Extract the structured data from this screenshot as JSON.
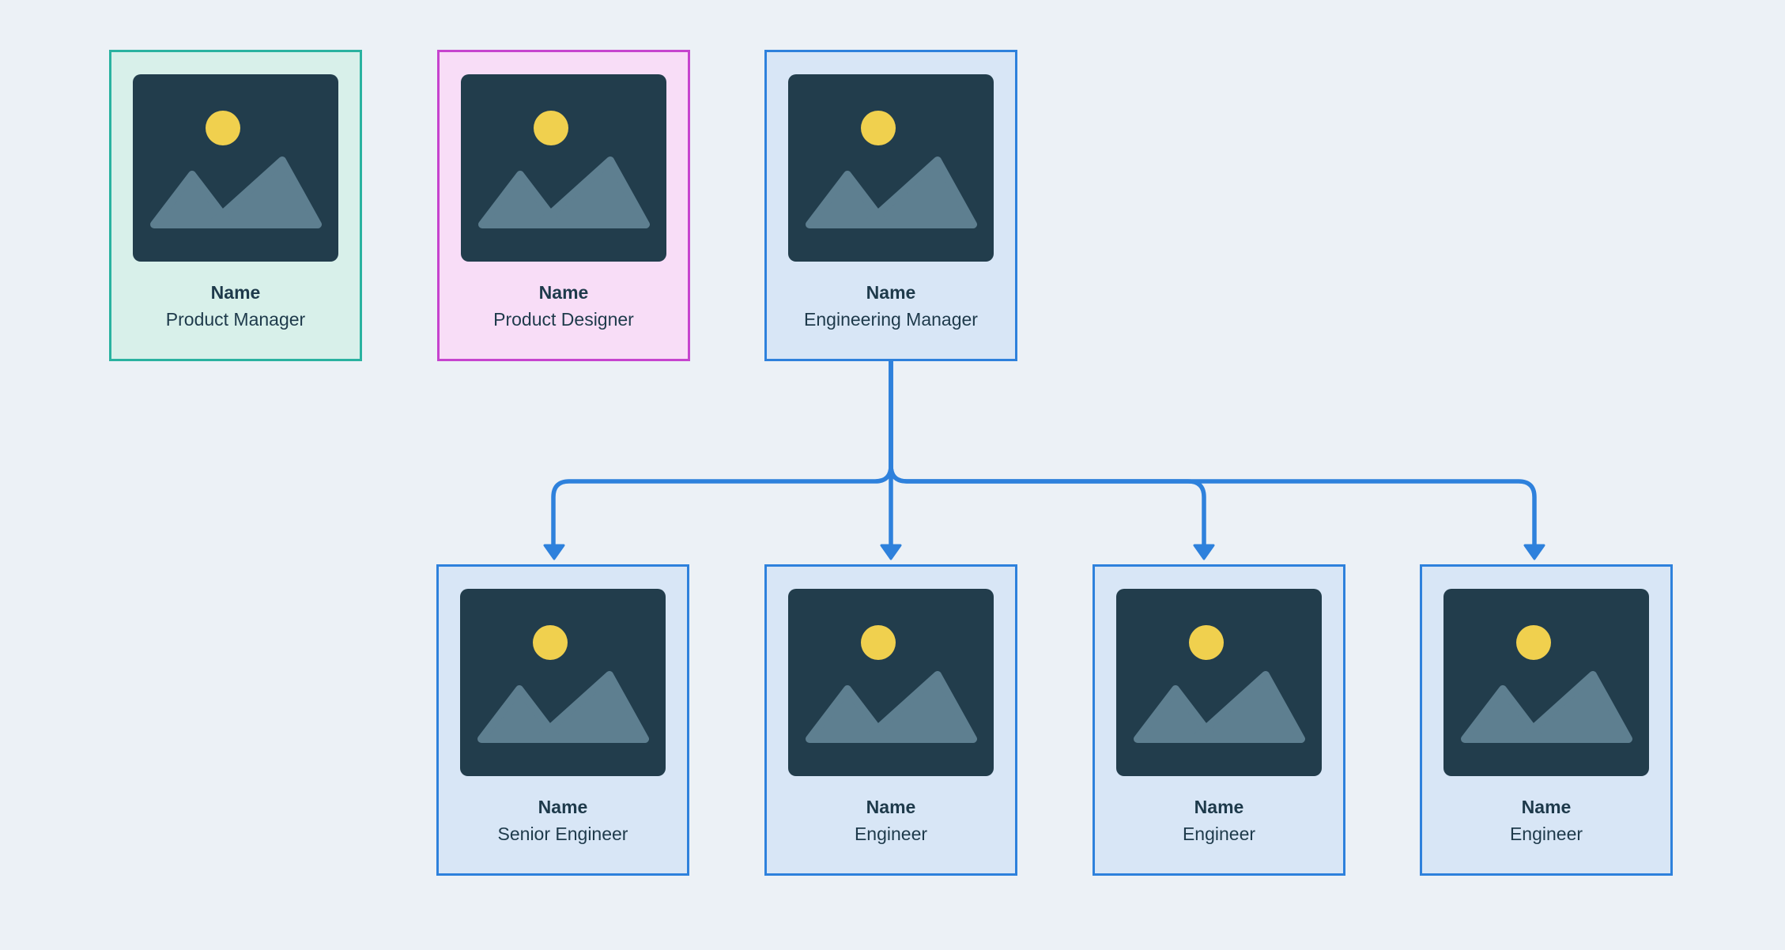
{
  "canvas": {
    "background": "#ECF1F6"
  },
  "connector": {
    "color": "#2E81DC"
  },
  "palette": {
    "image_bg": "#223D4C",
    "mountain": "#5E7F90",
    "sun": "#F0D04E",
    "text": "#1E3A4B"
  },
  "cards": [
    {
      "name": "Name",
      "role": "Product Manager",
      "bg": "#D8F0EA",
      "border": "#2AB2A0"
    },
    {
      "name": "Name",
      "role": "Product Designer",
      "bg": "#F8DDF7",
      "border": "#C644CE"
    },
    {
      "name": "Name",
      "role": "Engineering Manager",
      "bg": "#D8E6F6",
      "border": "#2E81DC"
    },
    {
      "name": "Name",
      "role": "Senior Engineer",
      "bg": "#D8E6F6",
      "border": "#2E81DC"
    },
    {
      "name": "Name",
      "role": "Engineer",
      "bg": "#D8E6F6",
      "border": "#2E81DC"
    },
    {
      "name": "Name",
      "role": "Engineer",
      "bg": "#D8E6F6",
      "border": "#2E81DC"
    },
    {
      "name": "Name",
      "role": "Engineer",
      "bg": "#D8E6F6",
      "border": "#2E81DC"
    }
  ]
}
